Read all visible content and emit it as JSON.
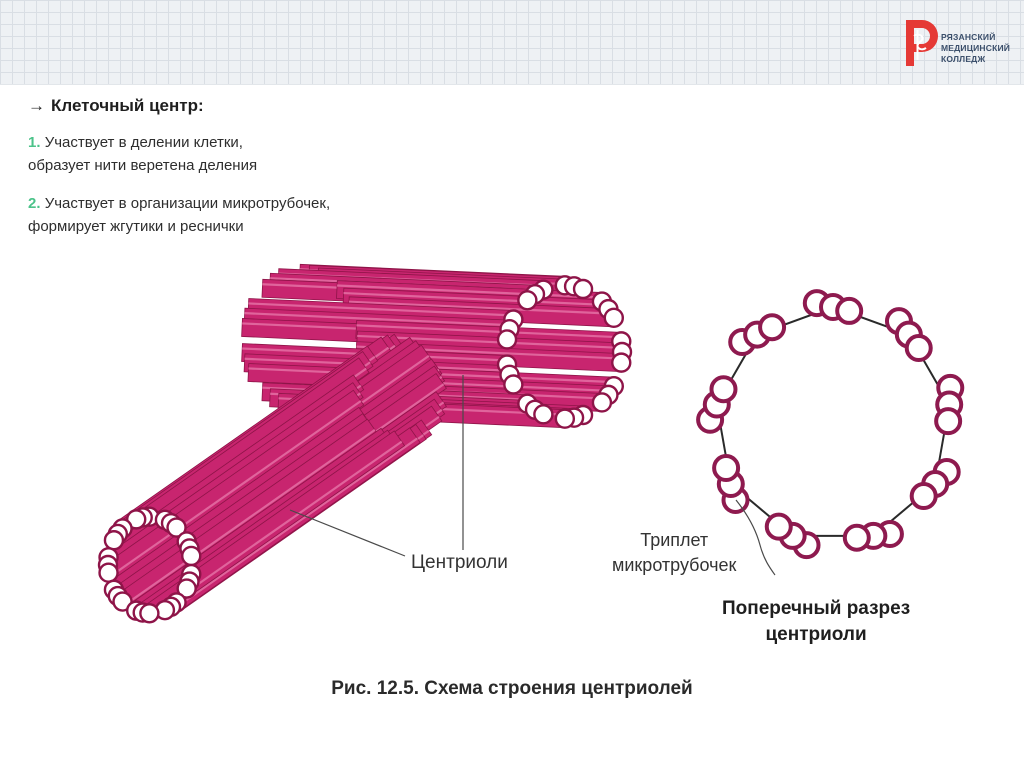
{
  "logo": {
    "lines": [
      "РЯЗАНСКИЙ",
      "МЕДИЦИНСКИЙ",
      "КОЛЛЕДЖ"
    ],
    "brand_color": "#e53935",
    "text_color": "#3b4f6b"
  },
  "heading": {
    "arrow": "→",
    "text": "Клеточный центр:"
  },
  "points": [
    {
      "num": "1.",
      "line1": "Участвует в делении клетки,",
      "line2": "образует нити веретена деления"
    },
    {
      "num": "2.",
      "line1": "Участвует в организации микротрубочек,",
      "line2": "формирует жгутики и реснички"
    }
  ],
  "diagram": {
    "label_centrioles": "Центриоли",
    "label_triplet": [
      "Триплет",
      "микротрубочек"
    ],
    "label_section": [
      "Поперечный разрез",
      "центриоли"
    ],
    "tube_color": "#c8256f",
    "tube_highlight": "#e0649c",
    "tube_shadow": "#8e1448",
    "ring_color": "#8e1a4f",
    "triplet_count": 9
  },
  "caption": "Рис. 12.5. Схема строения центриолей"
}
